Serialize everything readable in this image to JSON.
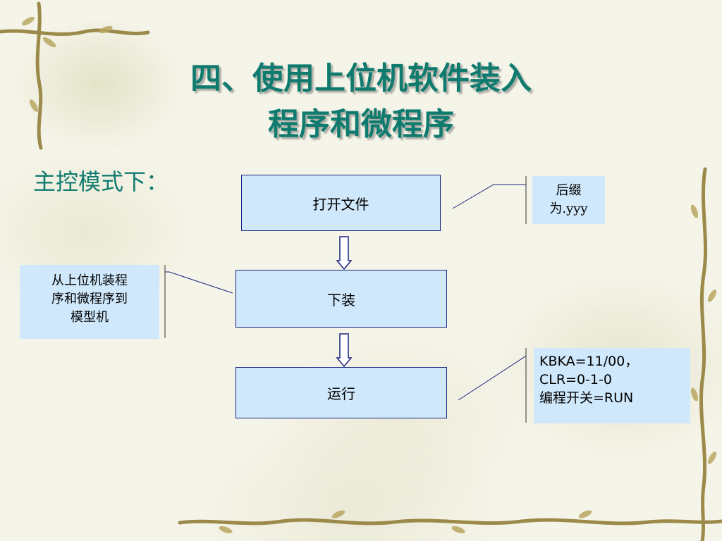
{
  "title": {
    "line1": "四、使用上位机软件装入",
    "line2": "程序和微程序"
  },
  "subtitle": "主控模式下：",
  "flow": {
    "step1": "打开文件",
    "step2": "下装",
    "step3": "运行"
  },
  "notes": {
    "suffix": [
      "后缀",
      "为.yyy"
    ],
    "download": [
      "从上位机装程",
      "序和微程序到",
      "模型机"
    ],
    "run": [
      "KBKA=11/00，",
      "CLR=0-1-0",
      "编程开关=RUN"
    ]
  },
  "colors": {
    "title": "#0f7b6f",
    "box_fill": "#cfe8fb",
    "box_border": "#1a237e",
    "background": "#f5f4e9"
  }
}
